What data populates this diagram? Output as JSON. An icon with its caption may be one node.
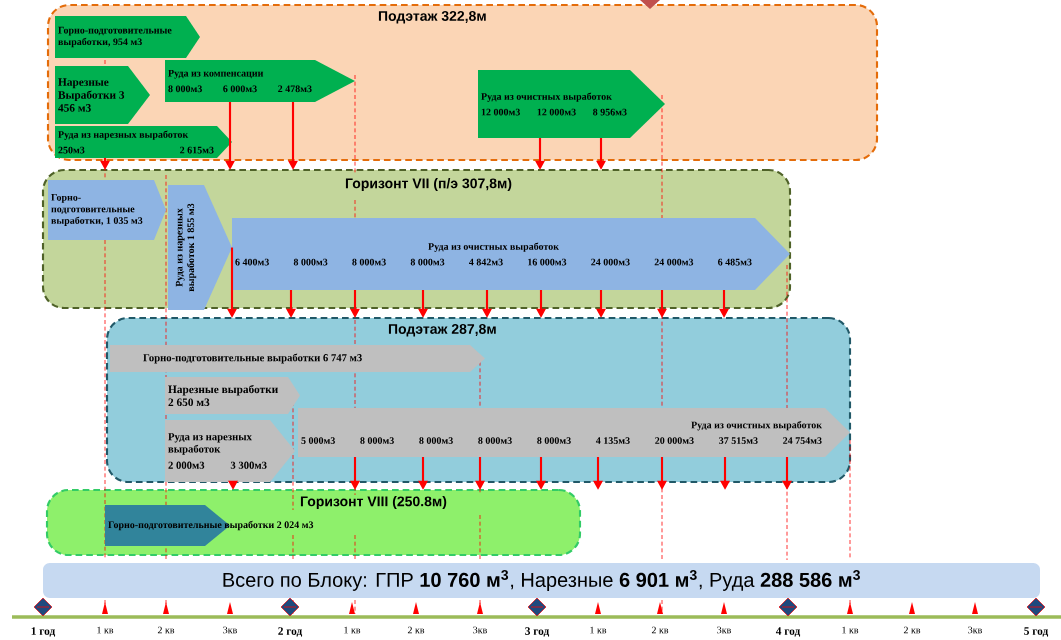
{
  "diagram": {
    "nodes": [
      {
        "text": [
          "Подэтаж 322,8м"
        ]
      },
      {
        "text": [
          "Горно-подготовительные выработки, 954 м3"
        ],
        "in": 0
      },
      {
        "text": [
          "Нарезные Выработки 3 456 м3"
        ],
        "in": 0
      },
      {
        "text": [
          "Руда из нарезных выработок",
          "250м3",
          "2 615м3"
        ],
        "in": 0
      },
      {
        "text": [
          "Руда из компенсации",
          "8 000м3",
          "6 000м3",
          "2 478м3"
        ],
        "in": 0
      },
      {
        "text": [
          "Руда из очистных выработок",
          "12 000м3",
          "12 000м3",
          "8 956м3"
        ],
        "in": 0
      },
      {
        "text": [
          "Горизонт VII (п/э 307,8м)"
        ]
      },
      {
        "text": [
          "Горно-подготовительные выработки, 1 035 м3"
        ],
        "in": 6
      },
      {
        "text": [
          "Руда из нарезных выработок 1 855 м3"
        ],
        "in": 6
      },
      {
        "text": [
          "Руда из очистных выработок",
          "6 400м3",
          "8 000м3",
          "8 000м3",
          "8 000м3",
          "4 842м3",
          "16 000м3",
          "24 000м3",
          "24 000м3",
          "6 485м3"
        ],
        "in": 6
      },
      {
        "text": [
          "Подэтаж 287,8м"
        ]
      },
      {
        "text": [
          "Горно-подготовительные выработки 6 747 м3"
        ],
        "in": 10
      },
      {
        "text": [
          "Нарезные выработки 2 650 м3"
        ],
        "in": 10
      },
      {
        "text": [
          "Руда из нарезных выработок",
          "2 000м3",
          "3 300м3"
        ],
        "in": 10
      },
      {
        "text": [
          "Руда из очистных выработок",
          "5 000м3",
          "8 000м3",
          "8 000м3",
          "8 000м3",
          "8 000м3",
          "4 135м3",
          "20 000м3",
          "37 515м3",
          "24 754м3"
        ],
        "in": 10
      },
      {
        "text": [
          "Горизонт VIII (250.8м)"
        ]
      },
      {
        "text": [
          "Горно-подготовительные выработки 2 024 м3"
        ],
        "in": 15
      },
      {
        "text": [
          "Всего по Блоку: ГПР **10 760 м$^{3}$**, Нарезные **6 901 м$^{3}$**, Руда **288 586 м$^{3}$**"
        ]
      }
    ],
    "edges": [
      {
        "from": 3,
        "to": 6,
        "arrow": "to"
      },
      {
        "from": 4,
        "to": 6,
        "arrow": "to"
      },
      {
        "from": 4,
        "to": 6,
        "arrow": "to"
      },
      {
        "from": 5,
        "to": 6,
        "arrow": "to"
      },
      {
        "from": 5,
        "to": 6,
        "arrow": "to"
      },
      {
        "from": 8,
        "to": 10,
        "arrow": "to"
      },
      {
        "from": 9,
        "to": 10,
        "arrow": "to"
      },
      {
        "from": 9,
        "to": 10,
        "arrow": "to"
      },
      {
        "from": 9,
        "to": 10,
        "arrow": "to"
      },
      {
        "from": 9,
        "to": 10,
        "arrow": "to"
      },
      {
        "from": 9,
        "to": 10,
        "arrow": "to"
      },
      {
        "from": 9,
        "to": 10,
        "arrow": "to"
      },
      {
        "from": 9,
        "to": 10,
        "arrow": "to"
      },
      {
        "from": 9,
        "to": 10,
        "arrow": "to"
      },
      {
        "from": 13,
        "to": 15,
        "arrow": "to"
      },
      {
        "from": 14,
        "to": 15,
        "arrow": "to"
      },
      {
        "from": 14,
        "to": 15,
        "arrow": "to"
      },
      {
        "from": 14,
        "to": 15,
        "arrow": "to"
      },
      {
        "from": 14,
        "to": 15,
        "arrow": "to"
      },
      {
        "from": 14,
        "to": null,
        "arrow": "to"
      },
      {
        "from": 14,
        "to": null,
        "arrow": "to"
      },
      {
        "from": 14,
        "to": null,
        "arrow": "to"
      },
      {
        "from": 14,
        "to": null,
        "arrow": "to"
      }
    ],
    "labels": [
      "1 год",
      "1 кв",
      "2 кв",
      "3кв",
      "2 год",
      "1 кв",
      "2 кв",
      "3кв",
      "3 год",
      "1 кв",
      "2 кв",
      "3кв",
      "4 год",
      "1 кв",
      "2 кв",
      "3кв",
      "5 год"
    ]
  }
}
